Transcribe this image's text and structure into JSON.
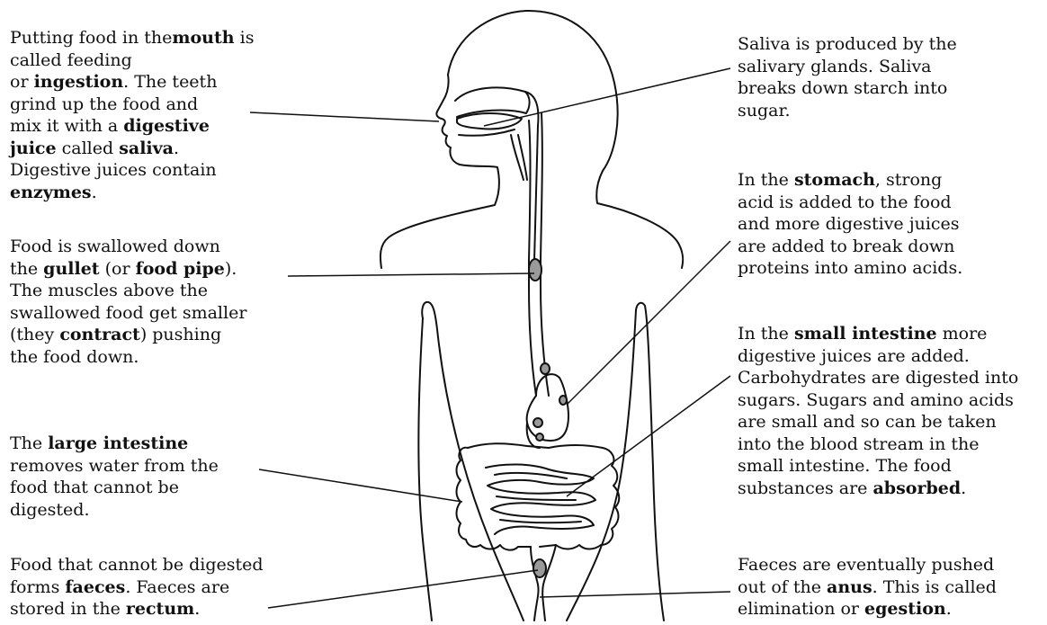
{
  "labels": {
    "mouth": [
      {
        "t": "Putting food in the"
      },
      {
        "t": "mouth",
        "b": true
      },
      {
        "t": " is called feeding"
      },
      {
        "br": true
      },
      {
        "t": "or "
      },
      {
        "t": "ingestion",
        "b": true
      },
      {
        "t": ". The teeth"
      },
      {
        "br": true
      },
      {
        "t": "grind up the food and"
      },
      {
        "br": true
      },
      {
        "t": "mix it with a "
      },
      {
        "t": "digestive",
        "b": true
      },
      {
        "br": true
      },
      {
        "t": "juice",
        "b": true
      },
      {
        "t": " called "
      },
      {
        "t": "saliva",
        "b": true
      },
      {
        "t": "."
      },
      {
        "br": true
      },
      {
        "t": "Digestive juices contain"
      },
      {
        "br": true
      },
      {
        "t": "enzymes",
        "b": true
      },
      {
        "t": "."
      }
    ],
    "gullet": [
      {
        "t": "Food is swallowed down"
      },
      {
        "br": true
      },
      {
        "t": "the "
      },
      {
        "t": "gullet",
        "b": true
      },
      {
        "t": " (or "
      },
      {
        "t": "food pipe",
        "b": true
      },
      {
        "t": ")."
      },
      {
        "br": true
      },
      {
        "t": "The muscles above the"
      },
      {
        "br": true
      },
      {
        "t": "swallowed food get smaller"
      },
      {
        "br": true
      },
      {
        "t": "(they "
      },
      {
        "t": "contract",
        "b": true
      },
      {
        "t": ") pushing"
      },
      {
        "br": true
      },
      {
        "t": "the food down."
      }
    ],
    "large_intestine": [
      {
        "t": "The "
      },
      {
        "t": "large intestine",
        "b": true
      },
      {
        "br": true
      },
      {
        "t": "removes water from the"
      },
      {
        "br": true
      },
      {
        "t": "food that cannot be"
      },
      {
        "br": true
      },
      {
        "t": "digested."
      }
    ],
    "rectum": [
      {
        "t": "Food that cannot be digested"
      },
      {
        "br": true
      },
      {
        "t": "forms "
      },
      {
        "t": "faeces",
        "b": true
      },
      {
        "t": ". Faeces are"
      },
      {
        "br": true
      },
      {
        "t": "stored in the "
      },
      {
        "t": "rectum",
        "b": true
      },
      {
        "t": "."
      }
    ],
    "saliva": [
      {
        "t": "Saliva is produced by the"
      },
      {
        "br": true
      },
      {
        "t": "salivary glands. Saliva"
      },
      {
        "br": true
      },
      {
        "t": "breaks down starch into"
      },
      {
        "br": true
      },
      {
        "t": "sugar."
      }
    ],
    "stomach": [
      {
        "t": "In the "
      },
      {
        "t": "stomach",
        "b": true
      },
      {
        "t": ", strong"
      },
      {
        "br": true
      },
      {
        "t": "acid is added to the food"
      },
      {
        "br": true
      },
      {
        "t": "and more digestive juices"
      },
      {
        "br": true
      },
      {
        "t": "are added to break down"
      },
      {
        "br": true
      },
      {
        "t": "proteins into amino acids."
      }
    ],
    "small_intestine": [
      {
        "t": "In the "
      },
      {
        "t": "small intestine",
        "b": true
      },
      {
        "t": " more"
      },
      {
        "br": true
      },
      {
        "t": "digestive juices are added."
      },
      {
        "br": true
      },
      {
        "t": "Carbohydrates are digested into"
      },
      {
        "br": true
      },
      {
        "t": "sugars. Sugars and amino acids"
      },
      {
        "br": true
      },
      {
        "t": "are small and so can be taken"
      },
      {
        "br": true
      },
      {
        "t": "into the blood stream in the"
      },
      {
        "br": true
      },
      {
        "t": "small intestine. The food"
      },
      {
        "br": true
      },
      {
        "t": "substances are "
      },
      {
        "t": "absorbed",
        "b": true
      },
      {
        "t": "."
      }
    ],
    "anus": [
      {
        "t": "Faeces are eventually pushed"
      },
      {
        "br": true
      },
      {
        "t": "out of the "
      },
      {
        "t": "anus",
        "b": true
      },
      {
        "t": ". This is called"
      },
      {
        "br": true
      },
      {
        "t": "elimination or "
      },
      {
        "t": "egestion",
        "b": true
      },
      {
        "t": "."
      }
    ]
  },
  "colors": {
    "ink": "#111111",
    "food": "#9a9a9a",
    "background": "#ffffff"
  }
}
